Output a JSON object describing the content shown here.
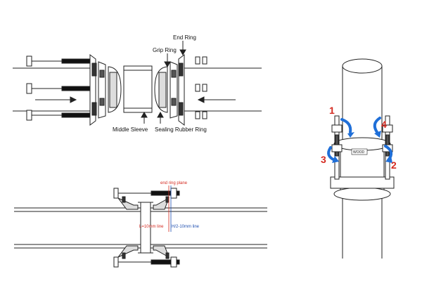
{
  "exploded_view": {
    "labels": {
      "end_ring": "End Ring",
      "grip_ring": "Grip Ring",
      "middle_sleeve": "Middle Sleeve",
      "sealing_rubber_ring": "Sealing Rubber Ring"
    }
  },
  "section_view": {
    "labels": {
      "end_ring_plane": "end ring plane",
      "line_a": "L=10mm line",
      "line_b": "H/2-10mm line"
    }
  },
  "tightening_order": {
    "steps": [
      "1",
      "2",
      "3",
      "4"
    ],
    "badge_text": "WOOD",
    "colors": {
      "step_number": "#d42a20",
      "arrow": "#1f6fd8"
    }
  }
}
